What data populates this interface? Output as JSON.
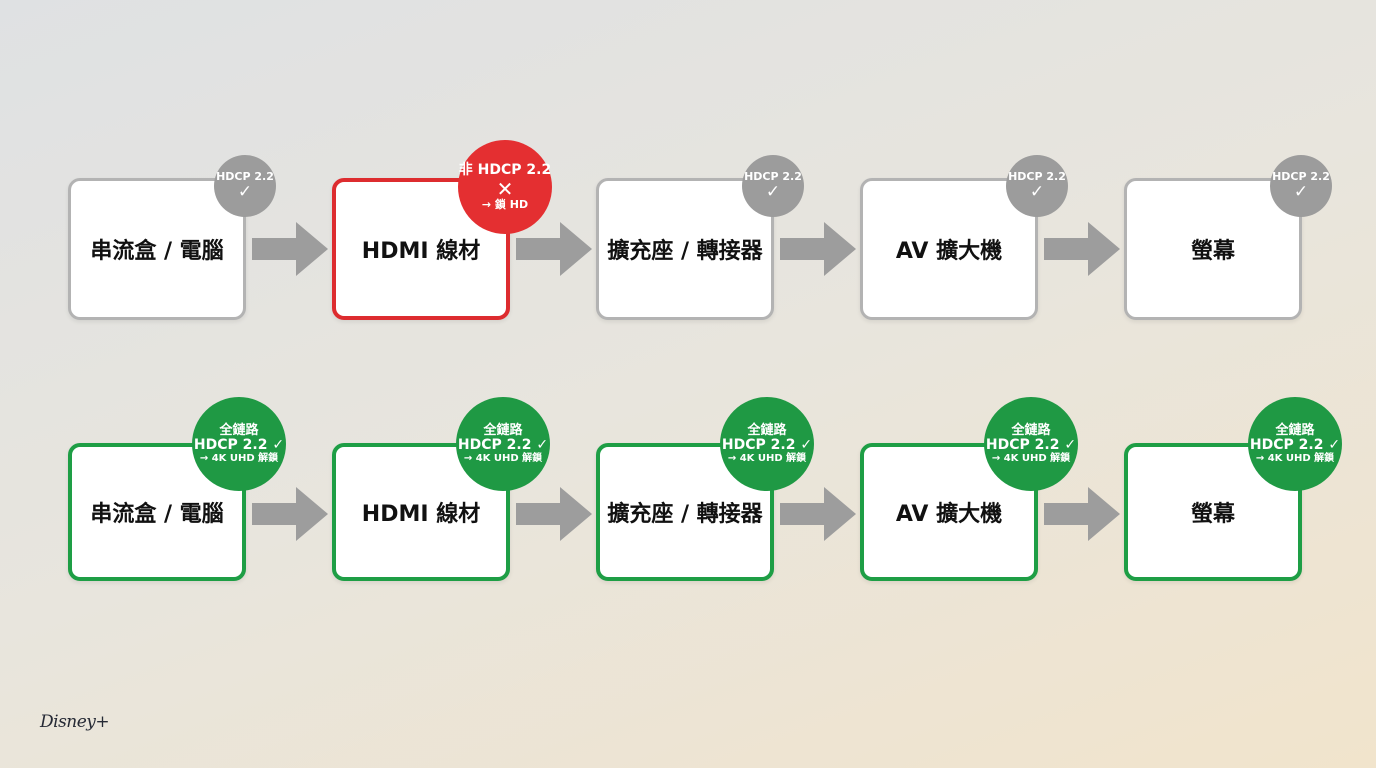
{
  "top_row": {
    "devices": [
      {
        "label": "串流盒 / 電腦",
        "status": "ok"
      },
      {
        "label": "HDMI 線材",
        "status": "fail"
      },
      {
        "label": "擴充座 / 轉接器",
        "status": "ok"
      },
      {
        "label": "AV 擴大機",
        "status": "ok"
      },
      {
        "label": "螢幕",
        "status": "ok"
      }
    ],
    "ok_badge": {
      "text": "HDCP 2.2",
      "mark": "✓"
    },
    "fail_badge": {
      "line1": "非 HDCP 2.2",
      "mark": "✕",
      "line3": "→ 鎖 HD"
    }
  },
  "bottom_row": {
    "devices": [
      {
        "label": "串流盒 / 電腦"
      },
      {
        "label": "HDMI 線材"
      },
      {
        "label": "擴充座 / 轉接器"
      },
      {
        "label": "AV 擴大機"
      },
      {
        "label": "螢幕"
      }
    ],
    "badges": [
      {
        "line1": "全鏈路",
        "line2": "HDCP 2.2 ✓",
        "line3": "→ 4K UHD 解鎖"
      },
      {
        "line1": "全鏈路",
        "line2": "HDCP 2.2 ✓",
        "line3": "→ 4K UHD 解鎖"
      },
      {
        "line1": "全鏈路",
        "line2": "HDCP 2.2 ✓",
        "line3": "→ 4K UHD 解鎖"
      },
      {
        "line1": "全鏈路",
        "line2": "HDCP 2.2 ✓",
        "line3": "→ 4K UHD 解鎖"
      },
      {
        "line1": "全鏈路",
        "line2": "HDCP 2.2 ✓",
        "line3": "→ 4K UHD 解鎖"
      }
    ]
  },
  "branding": {
    "logo_text": "Disney+"
  },
  "colors": {
    "ok_border": "#b3b3b3",
    "fail": "#dd2c2f",
    "success": "#1e9e45",
    "ok_badge": "#9c9c9c",
    "arrow": "#9d9d9d"
  },
  "icons": [
    "check-icon",
    "cross-icon",
    "arrow-right-icon"
  ]
}
